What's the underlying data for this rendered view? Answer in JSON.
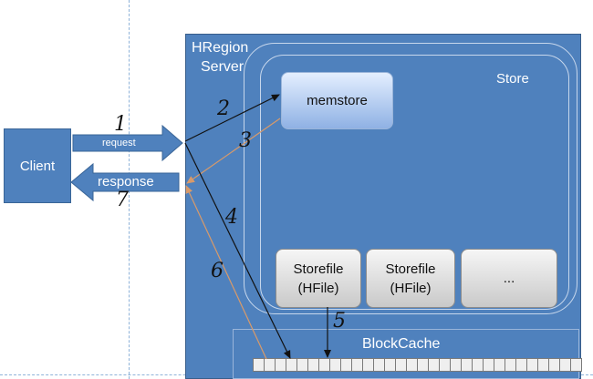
{
  "client": {
    "label": "Client"
  },
  "server": {
    "title_line1": "HRegion",
    "title_line2": "Server"
  },
  "store": {
    "label": "Store"
  },
  "memstore": {
    "label": "memstore"
  },
  "storefiles": [
    {
      "label": "Storefile\n(HFile)"
    },
    {
      "label": "Storefile\n(HFile)"
    },
    {
      "label": "..."
    }
  ],
  "blockcache": {
    "label": "BlockCache"
  },
  "arrows": {
    "request": "request",
    "response": "response"
  },
  "step_numbers": [
    "1",
    "2",
    "3",
    "4",
    "5",
    "6",
    "7"
  ],
  "colors": {
    "server_fill": "#4f81bd",
    "black_flow": "#111111",
    "orange_flow": "#d89a6a"
  }
}
